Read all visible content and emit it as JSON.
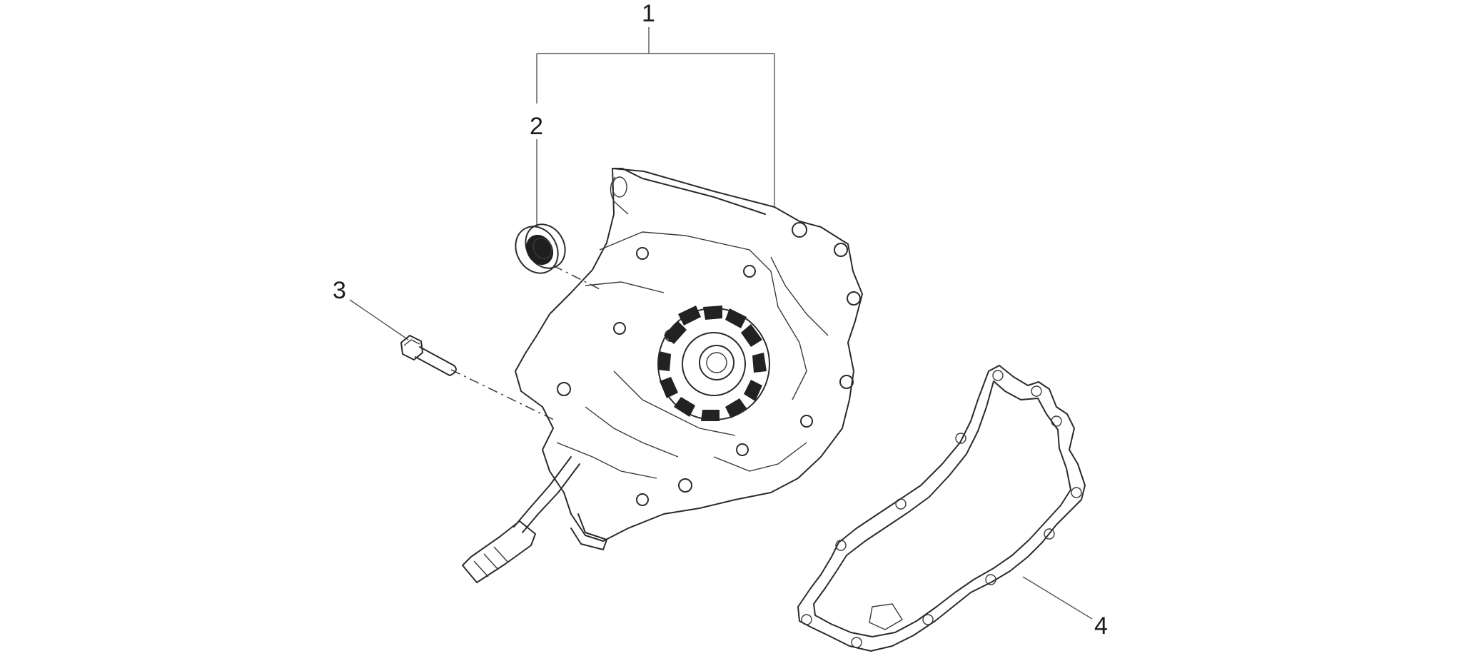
{
  "callouts": {
    "c1": "1",
    "c2": "2",
    "c3": "3",
    "c4": "4"
  },
  "colors": {
    "line": "#2b2b2b",
    "background": "#ffffff"
  }
}
